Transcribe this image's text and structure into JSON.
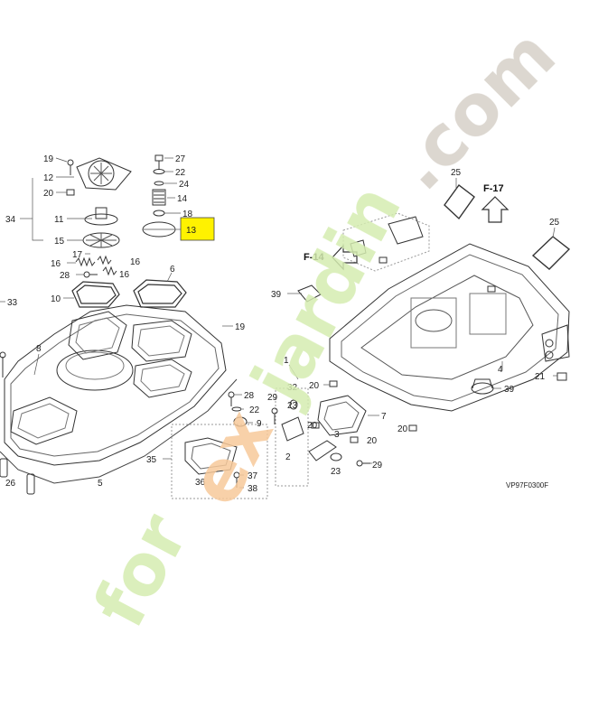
{
  "diagram": {
    "drawing_code": "VP97F0300F",
    "highlighted_part": "13",
    "highlight_color": "#fff200",
    "ref_labels": [
      "F-14",
      "F-17"
    ],
    "callouts": [
      {
        "id": "c19a",
        "label": "19"
      },
      {
        "id": "c12",
        "label": "12"
      },
      {
        "id": "c20a",
        "label": "20"
      },
      {
        "id": "c34",
        "label": "34"
      },
      {
        "id": "c11",
        "label": "11"
      },
      {
        "id": "c15",
        "label": "15"
      },
      {
        "id": "c27",
        "label": "27"
      },
      {
        "id": "c22a",
        "label": "22"
      },
      {
        "id": "c24",
        "label": "24"
      },
      {
        "id": "c14",
        "label": "14"
      },
      {
        "id": "c18",
        "label": "18"
      },
      {
        "id": "c17",
        "label": "17"
      },
      {
        "id": "c16a",
        "label": "16"
      },
      {
        "id": "c16b",
        "label": "16"
      },
      {
        "id": "c16c",
        "label": "16"
      },
      {
        "id": "c28a",
        "label": "28"
      },
      {
        "id": "c6",
        "label": "6"
      },
      {
        "id": "c10",
        "label": "10"
      },
      {
        "id": "c33",
        "label": "33"
      },
      {
        "id": "c19b",
        "label": "19"
      },
      {
        "id": "c8",
        "label": "8"
      },
      {
        "id": "c28b",
        "label": "28"
      },
      {
        "id": "c22b",
        "label": "22"
      },
      {
        "id": "c9",
        "label": "9"
      },
      {
        "id": "c35",
        "label": "35"
      },
      {
        "id": "c36",
        "label": "36"
      },
      {
        "id": "c37",
        "label": "37"
      },
      {
        "id": "c38",
        "label": "38"
      },
      {
        "id": "c26",
        "label": "26"
      },
      {
        "id": "c5",
        "label": "5"
      },
      {
        "id": "c29a",
        "label": "29"
      },
      {
        "id": "c32",
        "label": "32"
      },
      {
        "id": "c23a",
        "label": "23"
      },
      {
        "id": "c1",
        "label": "1"
      },
      {
        "id": "c2",
        "label": "2"
      },
      {
        "id": "c20b",
        "label": "20"
      },
      {
        "id": "c20c",
        "label": "20"
      },
      {
        "id": "c3",
        "label": "3"
      },
      {
        "id": "c20d",
        "label": "20"
      },
      {
        "id": "c23b",
        "label": "23"
      },
      {
        "id": "c29b",
        "label": "29"
      },
      {
        "id": "c7",
        "label": "7"
      },
      {
        "id": "c20e",
        "label": "20"
      },
      {
        "id": "c39a",
        "label": "39"
      },
      {
        "id": "c39b",
        "label": "39"
      },
      {
        "id": "c25a",
        "label": "25"
      },
      {
        "id": "c25b",
        "label": "25"
      },
      {
        "id": "c4",
        "label": "4"
      },
      {
        "id": "c21",
        "label": "21"
      }
    ],
    "watermark": {
      "text": "forexjardin.com",
      "colors": [
        "#d5ecb0",
        "#f7c99a",
        "#d6d0c8"
      ]
    }
  }
}
